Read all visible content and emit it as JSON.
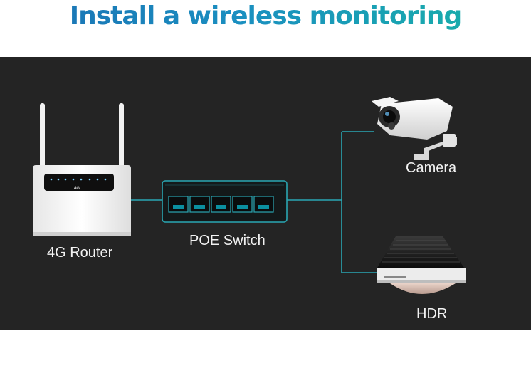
{
  "header": {
    "title": "Install a wireless monitoring"
  },
  "diagram": {
    "router_label": "4G Router",
    "router_badge": "4G",
    "switch_label": "POE Switch",
    "camera_label": "Camera",
    "hdr_label": "HDR",
    "colors": {
      "title_start": "#1b6fb3",
      "title_end": "#18b3a6",
      "panel": "#242424",
      "connector": "#2aa7b3",
      "label": "#f2f2f2"
    }
  }
}
